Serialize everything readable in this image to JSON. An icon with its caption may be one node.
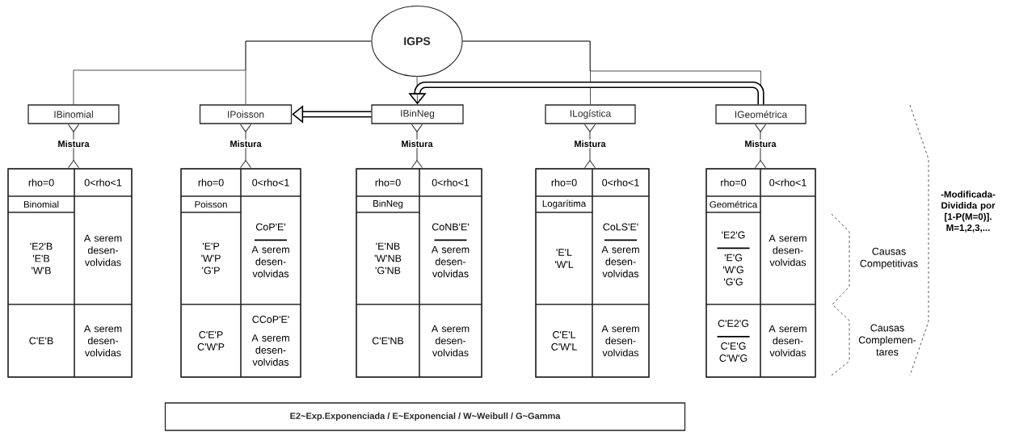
{
  "diagram": {
    "nodes": [
      {
        "text": [
          "IGPS"
        ]
      },
      {
        "text": [
          "IBinomial"
        ]
      },
      {
        "text": [
          "IPoisson"
        ]
      },
      {
        "text": [
          "IBinNeg"
        ]
      },
      {
        "text": [
          "ILogística"
        ]
      },
      {
        "text": [
          "IGeométrica"
        ]
      },
      {
        "text": [
          "Mistura"
        ]
      },
      {
        "text": [
          "Mistura"
        ]
      },
      {
        "text": [
          "Mistura"
        ]
      },
      {
        "text": [
          "Mistura"
        ]
      },
      {
        "text": [
          "Mistura"
        ]
      },
      {
        "text": [],
        "shape": "box"
      },
      {
        "text": [
          "rho=0"
        ],
        "in": 11
      },
      {
        "text": [
          "0<rho<1"
        ],
        "in": 11
      },
      {
        "text": [
          "Binomial"
        ],
        "in": 11
      },
      {
        "text": [
          "'E2'B 'E'B 'W'B"
        ],
        "in": 11
      },
      {
        "text": [
          "A serem desen-volvidas"
        ],
        "in": 11
      },
      {
        "text": [
          "C'E'B"
        ],
        "in": 11
      },
      {
        "text": [
          "A serem desen-volvidas"
        ],
        "in": 11
      },
      {
        "text": [],
        "shape": "box"
      },
      {
        "text": [
          "rho=0"
        ],
        "in": 19
      },
      {
        "text": [
          "0<rho<1"
        ],
        "in": 19
      },
      {
        "text": [
          "Poisson"
        ],
        "in": 19
      },
      {
        "text": [
          "'E'P 'W'P 'G'P"
        ],
        "in": 19
      },
      {
        "text": [
          "CoP'E'",
          "A serem desen-volvidas"
        ],
        "in": 19
      },
      {
        "text": [
          "C'E'P C'W'P"
        ],
        "in": 19
      },
      {
        "text": [
          "CCoP'E'",
          "A serem desen-volvidas"
        ],
        "in": 19
      },
      {
        "text": [],
        "shape": "box"
      },
      {
        "text": [
          "rho=0"
        ],
        "in": 27
      },
      {
        "text": [
          "0<rho<1"
        ],
        "in": 27
      },
      {
        "text": [
          "BinNeg"
        ],
        "in": 27
      },
      {
        "text": [
          "'E'NB 'W'NB 'G'NB"
        ],
        "in": 27
      },
      {
        "text": [
          "CoNB'E'",
          "A serem desen-volvidas"
        ],
        "in": 27
      },
      {
        "text": [
          "C'E'NB"
        ],
        "in": 27
      },
      {
        "text": [
          "A serem desen-volvidas"
        ],
        "in": 27
      },
      {
        "text": [],
        "shape": "box"
      },
      {
        "text": [
          "rho=0"
        ],
        "in": 35
      },
      {
        "text": [
          "0<rho<1"
        ],
        "in": 35
      },
      {
        "text": [
          "Logarítima"
        ],
        "in": 35
      },
      {
        "text": [
          "'E'L 'W'L"
        ],
        "in": 35
      },
      {
        "text": [
          "CoLS'E'",
          "A serem desen-volvidas"
        ],
        "in": 35
      },
      {
        "text": [
          "C'E'L C'W'L"
        ],
        "in": 35
      },
      {
        "text": [
          "A serem desen-volvidas"
        ],
        "in": 35
      },
      {
        "text": [],
        "shape": "box"
      },
      {
        "text": [
          "rho=0"
        ],
        "in": 43
      },
      {
        "text": [
          "0<rho<1"
        ],
        "in": 43
      },
      {
        "text": [
          "Geométrica"
        ],
        "in": 43
      },
      {
        "text": [
          "'E2'G",
          "'E'G 'W'G 'G'G"
        ],
        "in": 43
      },
      {
        "text": [
          "A serem desen-volvidas"
        ],
        "in": 43
      },
      {
        "text": [
          "C'E2'G",
          "C'E'G C'W'G"
        ],
        "in": 43
      },
      {
        "text": [
          "A serem desen-volvidas"
        ],
        "in": 43
      },
      {
        "text": [
          "E2~Exp.Exponenciada / E~Exponencial / W~Weibull / G~Gamma"
        ]
      }
    ],
    "edges": [
      {
        "from": 0,
        "to": 1,
        "arrow": "none"
      },
      {
        "from": 0,
        "to": 2,
        "arrow": "none"
      },
      {
        "from": 0,
        "to": 3,
        "arrow": "none"
      },
      {
        "from": 0,
        "to": 4,
        "arrow": "none"
      },
      {
        "from": 0,
        "to": 5,
        "arrow": "none"
      },
      {
        "from": 3,
        "to": 2,
        "arrow": "to",
        "style": "thick"
      },
      {
        "from": 5,
        "to": 3,
        "arrow": "to",
        "style": "thick"
      },
      {
        "from": 6,
        "to": 1,
        "arrow": "other"
      },
      {
        "from": 6,
        "to": 11,
        "arrow": "other"
      },
      {
        "from": 7,
        "to": 2,
        "arrow": "other"
      },
      {
        "from": 7,
        "to": 19,
        "arrow": "other"
      },
      {
        "from": 8,
        "to": 3,
        "arrow": "other"
      },
      {
        "from": 8,
        "to": 27,
        "arrow": "other"
      },
      {
        "from": 9,
        "to": 4,
        "arrow": "other"
      },
      {
        "from": 9,
        "to": 35,
        "arrow": "other"
      },
      {
        "from": 10,
        "to": 5,
        "arrow": "other"
      },
      {
        "from": 10,
        "to": 43,
        "arrow": "other"
      }
    ],
    "labels": [
      "Causas Competitivas",
      "Causas Complemen-tares",
      "-Modificada- Dividida por [1-P(M=0)]. M=1,2,3,..."
    ]
  }
}
